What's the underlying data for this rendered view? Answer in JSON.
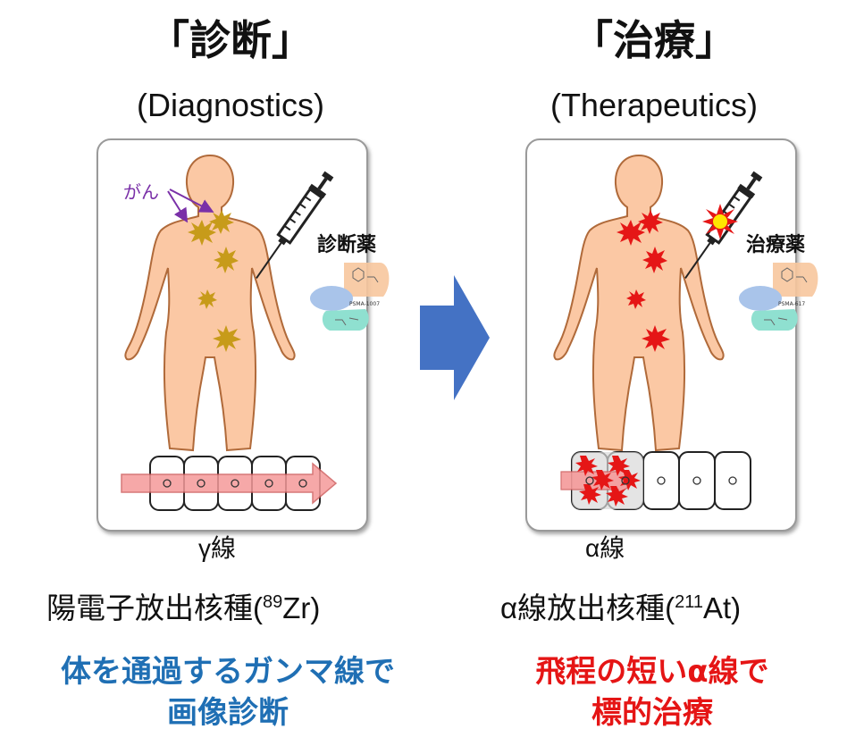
{
  "left": {
    "title": "「診断」",
    "subtitle": "(Diagnostics)",
    "cancer_label": "がん",
    "drug_label": "診断薬",
    "molecule_tag": "PSMA-1007",
    "ray_label": "γ線",
    "nuclide_prefix": "陽電子放出核種(",
    "nuclide_mass": "89",
    "nuclide_symbol": "Zr)",
    "caption_line1": "体を通過するガンマ線で",
    "caption_line2": "画像診断"
  },
  "right": {
    "title": "「治療」",
    "subtitle": "(Therapeutics)",
    "drug_label": "治療薬",
    "molecule_tag": "PSMA-617",
    "ray_label": "α線",
    "nuclide_prefix": "α線放出核種(",
    "nuclide_mass": "211",
    "nuclide_symbol": "At)",
    "caption_line1": "飛程の短いα線で",
    "caption_line2": "標的治療"
  },
  "colors": {
    "skin": "#fbc8a4",
    "skin_outline": "#b06a3a",
    "tumor_gold": "#c79b1a",
    "tumor_red": "#e51616",
    "arrow_blue": "#4472c4",
    "gamma_beam": "#f59a9a",
    "caption_blue": "#1f6fb4",
    "caption_red": "#e51515"
  }
}
